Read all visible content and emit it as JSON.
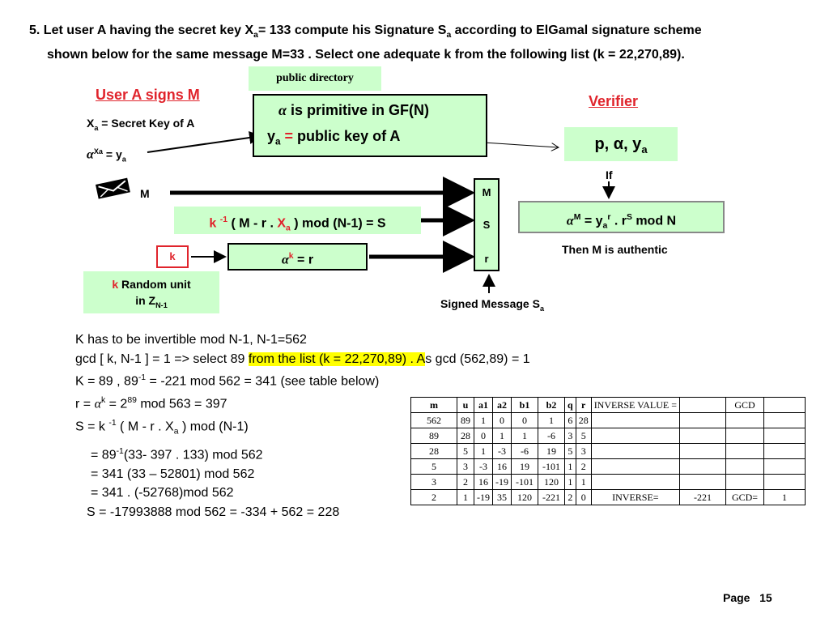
{
  "problem": {
    "line1_a": "5.  Let  user  A  having  the  secret  key  X",
    "line1_sub": "a",
    "line1_b": "=  133  compute  his  Signature  S",
    "line1_sub2": "a",
    "line1_c": "  according  to  ElGamal  signature  scheme",
    "line2": "shown below for the same message M=33 . Select one adequate k from the following list (k = 22,270,89)."
  },
  "diagram": {
    "public_directory": "public directory",
    "primitive_alpha": "α",
    "primitive_text": " is primitive in GF(N)",
    "ya_y": "y",
    "ya_sub": "a",
    "ya_eq": " = ",
    "ya_text": " public key of A",
    "user_a_signs": "User A signs M",
    "verifier": "Verifier",
    "secret_x": "X",
    "secret_sub": "a",
    "secret_text": " = Secret Key of A",
    "alpha": "α",
    "alpha_sup": "Xa",
    "alpha_eq": " =  y",
    "alpha_sub": "a",
    "p_alpha_y": "p, α, y",
    "p_alpha_y_sub": "a",
    "if": "If",
    "verif_alpha": "α",
    "verif_sup_m": "M",
    "verif_eq": "   =  y",
    "verif_sub_a": "a",
    "verif_sup_r": "r",
    "verif_dot_r": "  .  r",
    "verif_sup_s": "S",
    "verif_mod": "    mod N",
    "authentic": "Then M is authentic",
    "msr_m": "M",
    "msr_s": "S",
    "msr_r": "r",
    "signed_message": "Signed Message S",
    "signed_sub": "a",
    "m_label": "M",
    "s_formula_k": "k ",
    "s_formula_sup": "-1",
    "s_formula_mid": " ( M - r . ",
    "s_formula_x": "X",
    "s_formula_sub": "a",
    "s_formula_end": " ) mod (N-1)  =  S",
    "k_box": "k",
    "r_alpha": "α",
    "r_sup": "k",
    "r_eq": " =  r",
    "random_k": "k",
    "random_text": " Random unit",
    "random_in": "in Z",
    "random_sub": "N-1",
    "colors": {
      "red": "#e0242c",
      "green": "#ccffcc",
      "highlight": "#ffff00"
    }
  },
  "calc": {
    "l1": "K has to be invertible mod N-1, N-1=562",
    "l2a": "gcd [ k, N-1 ] = 1  => select 89 ",
    "l2hl": "from the list (k = 22,270,89) . A",
    "l2b": "s gcd (562,89) = 1",
    "l3a": "K = 89 ,  89",
    "l3sup": "-1",
    "l3b": " = -221 mod 562 = 341 (see table below)",
    "l4a": "r = ",
    "l4alpha": "α",
    "l4sup": "k",
    "l4b": " = 2",
    "l4sup2": "89",
    "l4c": " mod 563 = 397",
    "l5a": "S = k ",
    "l5sup": "-1",
    "l5b": " ( M - r . X",
    "l5sub": "a",
    "l5c": " ) mod (N-1)",
    "l6a": "= 89",
    "l6sup": "-1",
    "l6b": "(33-  397 . 133) mod 562",
    "l7": "= 341 (33 – 52801) mod 562",
    "l8": "= 341 . (-52768)mod 562",
    "l9": "S = -17993888 mod 562 = -334 + 562 = 228"
  },
  "table": {
    "header": [
      "m",
      "u",
      "a1",
      "a2",
      "b1",
      "b2",
      "q",
      "r",
      "INVERSE VALUE =",
      "",
      "GCD",
      ""
    ],
    "rows": [
      [
        "562",
        "89",
        "1",
        "0",
        "0",
        "1",
        "6",
        "28",
        "",
        "",
        "",
        ""
      ],
      [
        "89",
        "28",
        "0",
        "1",
        "1",
        "-6",
        "3",
        "5",
        "",
        "",
        "",
        ""
      ],
      [
        "28",
        "5",
        "1",
        "-3",
        "-6",
        "19",
        "5",
        "3",
        "",
        "",
        "",
        ""
      ],
      [
        "5",
        "3",
        "-3",
        "16",
        "19",
        "-101",
        "1",
        "2",
        "",
        "",
        "",
        ""
      ],
      [
        "3",
        "2",
        "16",
        "-19",
        "-101",
        "120",
        "1",
        "1",
        "",
        "",
        "",
        ""
      ],
      [
        "2",
        "1",
        "-19",
        "35",
        "120",
        "-221",
        "2",
        "0",
        "INVERSE=",
        "-221",
        "GCD=",
        "1"
      ]
    ]
  },
  "page": {
    "label": "Page",
    "number": "15"
  }
}
